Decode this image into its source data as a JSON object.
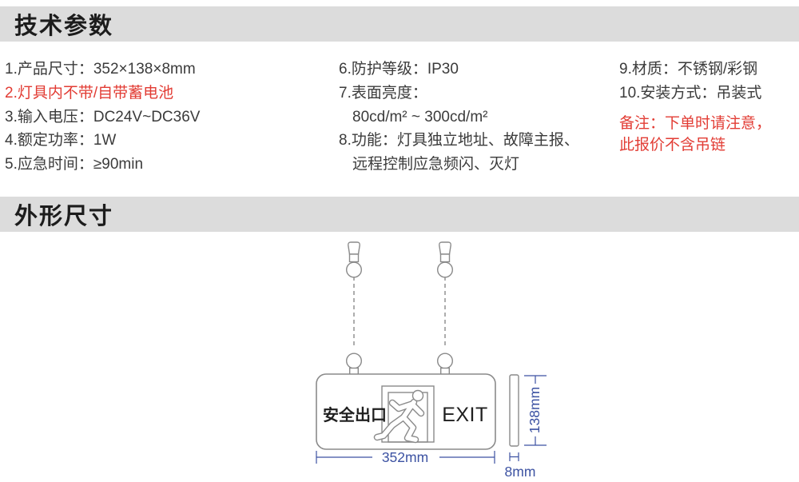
{
  "sections": [
    {
      "title": "技术参数"
    },
    {
      "title": "外形尺寸"
    }
  ],
  "specs": {
    "col1": [
      {
        "text": "1.产品尺寸：352×138×8mm",
        "red": false
      },
      {
        "text": "2.灯具内不带/自带蓄电池",
        "red": true
      },
      {
        "text": "3.输入电压：DC24V~DC36V",
        "red": false
      },
      {
        "text": "4.额定功率：1W",
        "red": false
      },
      {
        "text": "5.应急时间：≥90min",
        "red": false
      }
    ],
    "col2": [
      {
        "text": "6.防护等级：IP30",
        "indent": false
      },
      {
        "text": "7.表面亮度：",
        "indent": false
      },
      {
        "text": "80cd/m² ~ 300cd/m²",
        "indent": true
      },
      {
        "text": "8.功能：灯具独立地址、故障主报、",
        "indent": false
      },
      {
        "text": "远程控制应急频闪、灭灯",
        "indent": true
      }
    ],
    "col3": {
      "items": [
        {
          "text": "9.材质：不锈钢/彩钢"
        },
        {
          "text": "10.安装方式：吊装式"
        }
      ],
      "note_line1": "备注：下单时请注意，",
      "note_line2": "此报价不含吊链"
    }
  },
  "diagram": {
    "sign_label_cn": "安全出口",
    "sign_label_en": "EXIT",
    "dim_width": "352mm",
    "dim_height": "138mm",
    "dim_depth": "8mm",
    "icon": "running-man-exit-icon"
  },
  "colors": {
    "header_bg": "#dcdcdc",
    "body_text": "#3b3b3b",
    "accent_red": "#e23c34",
    "dimension_blue": "#3c52a2",
    "outline_gray": "#8a8a8a"
  }
}
